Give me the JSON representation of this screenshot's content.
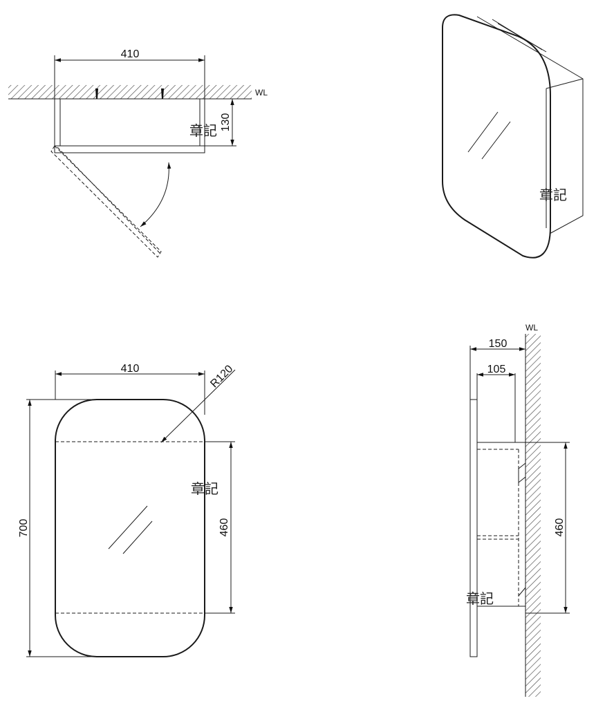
{
  "top_view": {
    "width_dim": "410",
    "depth_dim": "130",
    "wall_label": "WL",
    "stamp": "章記"
  },
  "iso_view": {
    "stamp": "章記"
  },
  "front_view": {
    "width_dim": "410",
    "height_dim": "700",
    "shelf_dim": "460",
    "radius_dim": "R120",
    "stamp": "章記"
  },
  "side_view": {
    "wall_label": "WL",
    "depth_total_dim": "150",
    "depth_inner_dim": "105",
    "shelf_dim": "460",
    "stamp": "章記"
  }
}
